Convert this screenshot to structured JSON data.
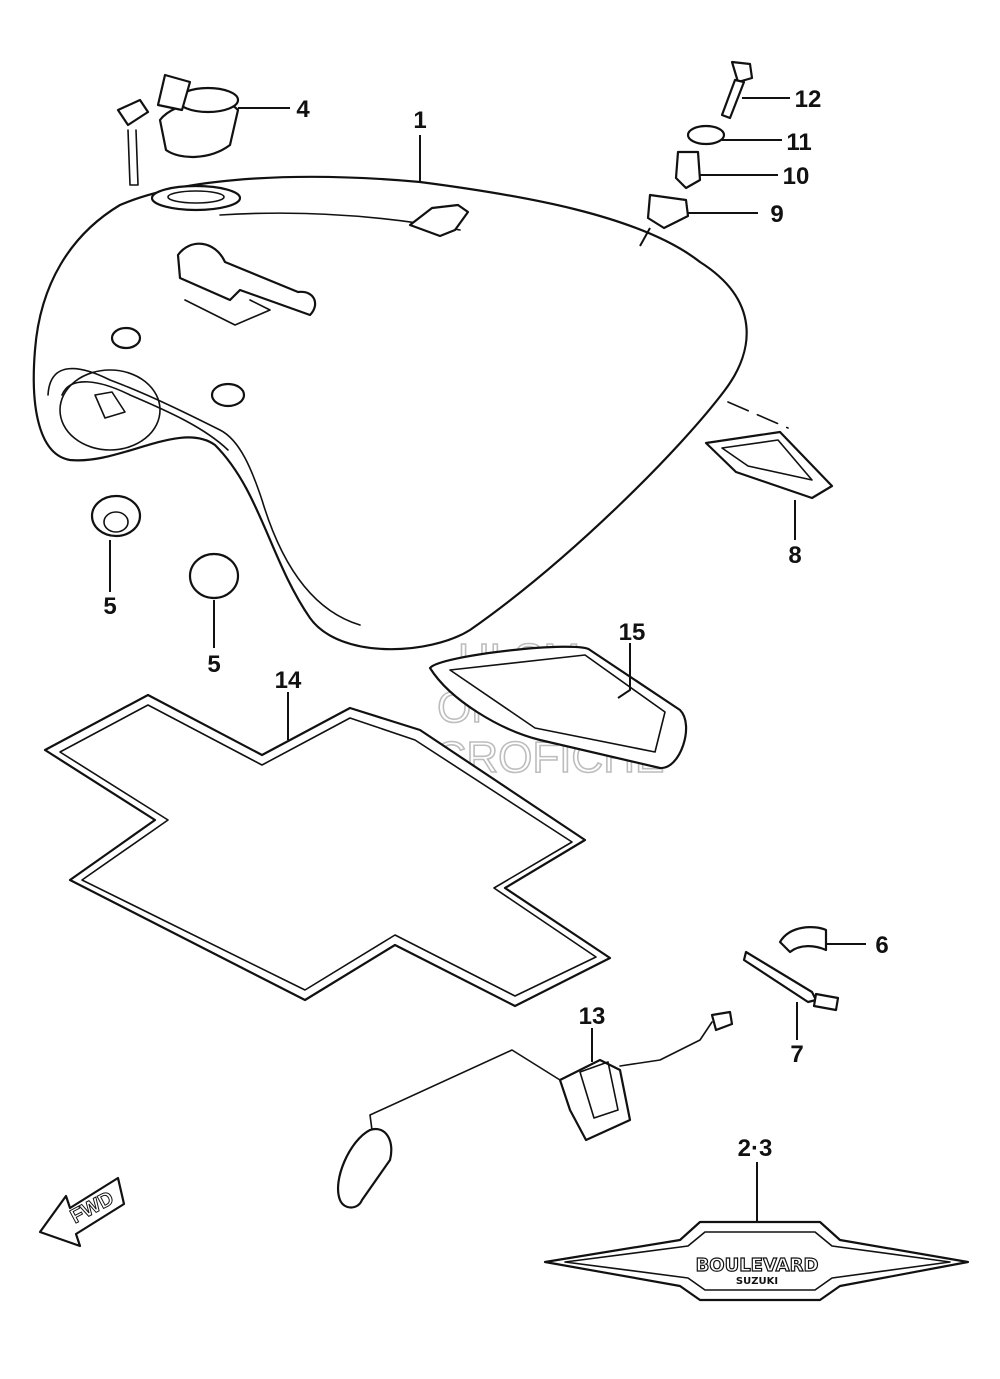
{
  "watermark": {
    "line1": "HLSM",
    "line2": "ONLINE",
    "line3": "MICROFICHE"
  },
  "fwd_label": "FWD",
  "emblem": {
    "brand": "BOULEVARD",
    "maker": "SUZUKI"
  },
  "callouts": {
    "c1": "1",
    "c23": "2·3",
    "c4": "4",
    "c5a": "5",
    "c5b": "5",
    "c6": "6",
    "c7": "7",
    "c8": "8",
    "c9": "9",
    "c10": "10",
    "c11": "11",
    "c12": "12",
    "c13": "13",
    "c14": "14",
    "c15": "15"
  },
  "colors": {
    "line": "#111111",
    "watermark": "#bdbdbd",
    "background": "#ffffff"
  }
}
